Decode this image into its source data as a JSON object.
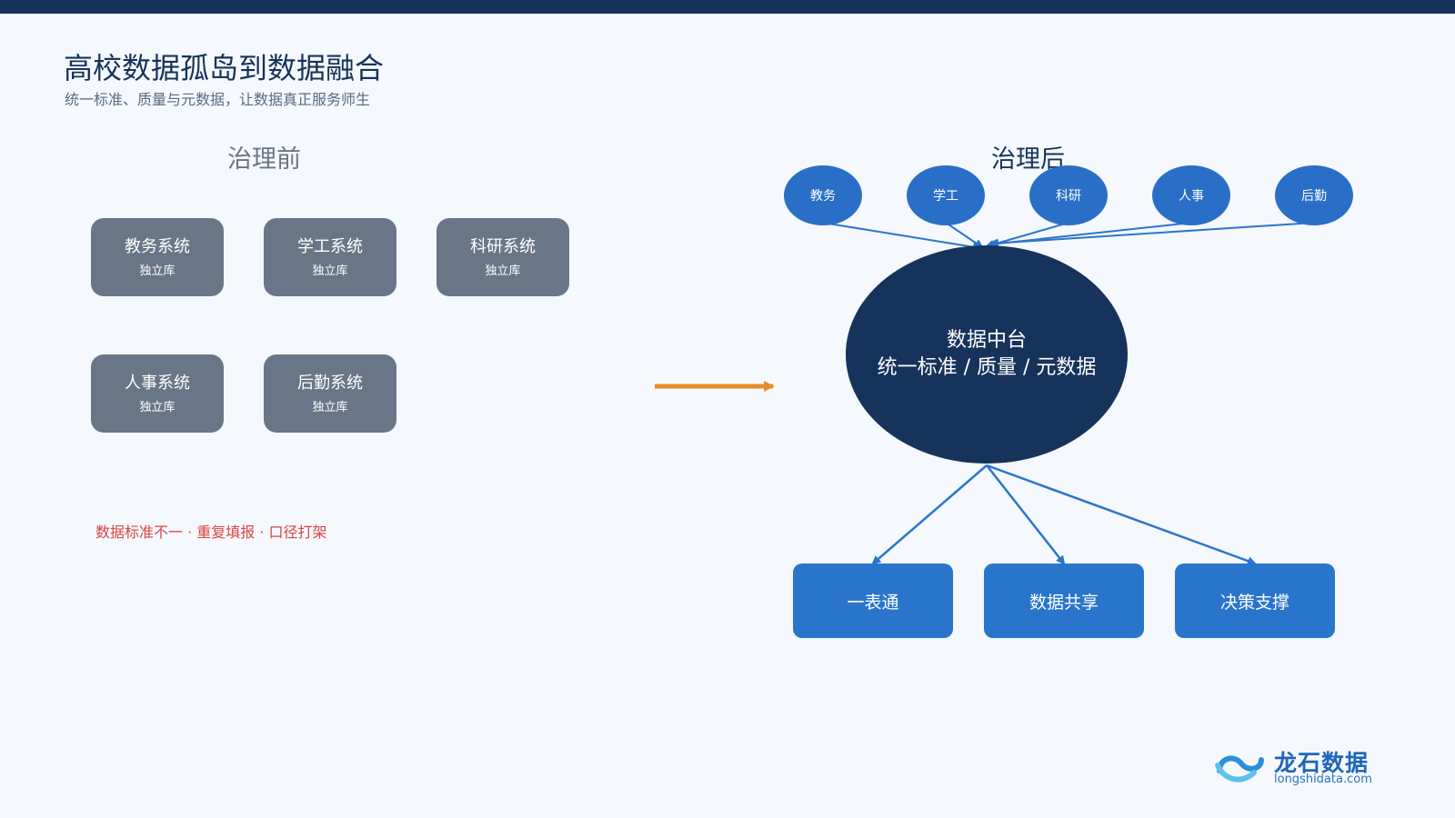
{
  "title": "高校数据孤岛到数据融合",
  "subtitle": "统一标准、质量与元数据，让数据真正服务师生",
  "before": {
    "label": "治理前",
    "systems": [
      {
        "name": "教务系统",
        "sub": "独立库"
      },
      {
        "name": "学工系统",
        "sub": "独立库"
      },
      {
        "name": "科研系统",
        "sub": "独立库"
      },
      {
        "name": "人事系统",
        "sub": "独立库"
      },
      {
        "name": "后勤系统",
        "sub": "独立库"
      }
    ],
    "problems": "数据标准不一 · 重复填报 · 口径打架"
  },
  "after": {
    "label": "治理后",
    "sources": [
      "教务",
      "学工",
      "科研",
      "人事",
      "后勤"
    ],
    "hub": {
      "title": "数据中台",
      "desc": "统一标准 / 质量 / 元数据"
    },
    "outputs": [
      "一表通",
      "数据共享",
      "决策支撑"
    ]
  },
  "logo": {
    "name": "龙石数据",
    "domain": "longshidata.com"
  },
  "colors": {
    "navy": "#16335b",
    "legacy_gray": "#687688",
    "accent_blue": "#2a75cc",
    "transition_arrow": "#e88b2a",
    "problem_red": "#d84545"
  }
}
